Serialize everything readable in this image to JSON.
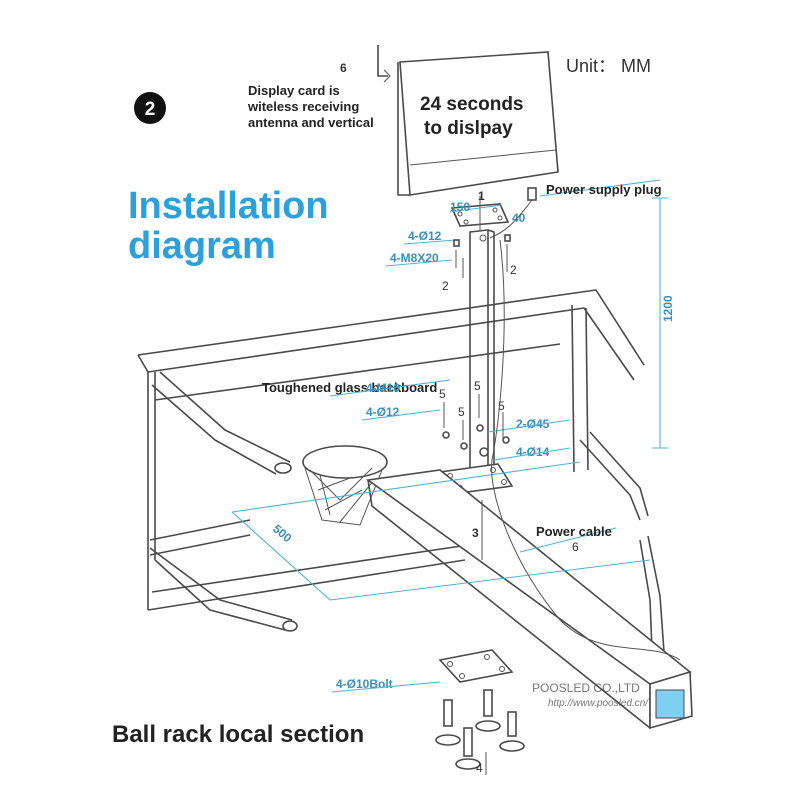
{
  "step_badge": "2",
  "unit": "Unit： MM",
  "title_line1": "Installation",
  "title_line2": "diagram",
  "display_box_line1": "24 seconds",
  "display_box_line2": "to dislpay",
  "antenna_number": "6",
  "antenna_note_line1": "Display card is",
  "antenna_note_line2": "witeless receiving",
  "antenna_note_line3": "antenna and vertical",
  "power_plug_label": "Power supply plug",
  "dim_150": "150",
  "dim_40": "40",
  "dim_1200": "1200",
  "dim_500": "500",
  "label_4_d12_top": "4-Ø12",
  "label_4_m8x20": "4-M8X20",
  "label_backboard": "Toughened glass backboard",
  "label_4_m10": "4-M10",
  "label_4_d12_mid": "4-Ø12",
  "label_2_d45": "2-Ø45",
  "label_4_d14": "4-Ø14",
  "label_power_cable": "Power cable",
  "label_power_cable_num": "6",
  "label_bolt": "4-Ø10Bolt",
  "label_section": "Ball rack local section",
  "part_num_1": "1",
  "part_num_2a": "2",
  "part_num_2b": "2",
  "part_num_3": "3",
  "part_num_4": "4",
  "part_num_5a": "5",
  "part_num_5b": "5",
  "part_num_5c": "5",
  "part_num_5d": "5",
  "watermark_company": "POOSLED CO.,LTD",
  "watermark_url": "http://www.poosled.cn/",
  "colors": {
    "accent_blue": "#2aa0de",
    "dim_blue": "#4fb3d9",
    "line_gray": "#4a4a4a",
    "tube_fill": "#7fd0f0"
  }
}
